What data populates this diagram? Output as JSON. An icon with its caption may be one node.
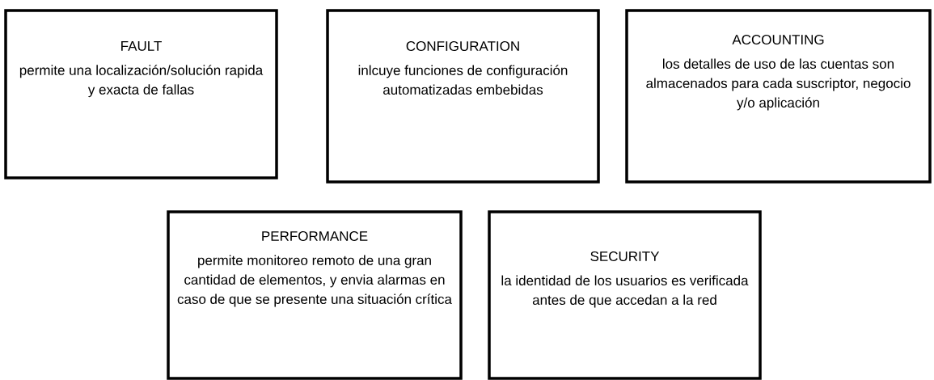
{
  "diagram": {
    "nodes": [
      {
        "text": [
          "FAULT",
          "permite una localización/solución rapida y exacta de fallas"
        ]
      },
      {
        "text": [
          "CONFIGURATION",
          "inlcuye funciones de configuración automatizadas embebidas"
        ]
      },
      {
        "text": [
          "ACCOUNTING",
          "los detalles de uso de las cuentas son almacenados para cada suscriptor, negocio y/o aplicación"
        ]
      },
      {
        "text": [
          "PERFORMANCE",
          "permite monitoreo remoto de una gran cantidad de elementos, y envia alarmas en caso de que se presente una situación crítica"
        ]
      },
      {
        "text": [
          "SECURITY",
          "la identidad de los usuarios es verificada antes de que accedan a la red"
        ]
      }
    ]
  }
}
